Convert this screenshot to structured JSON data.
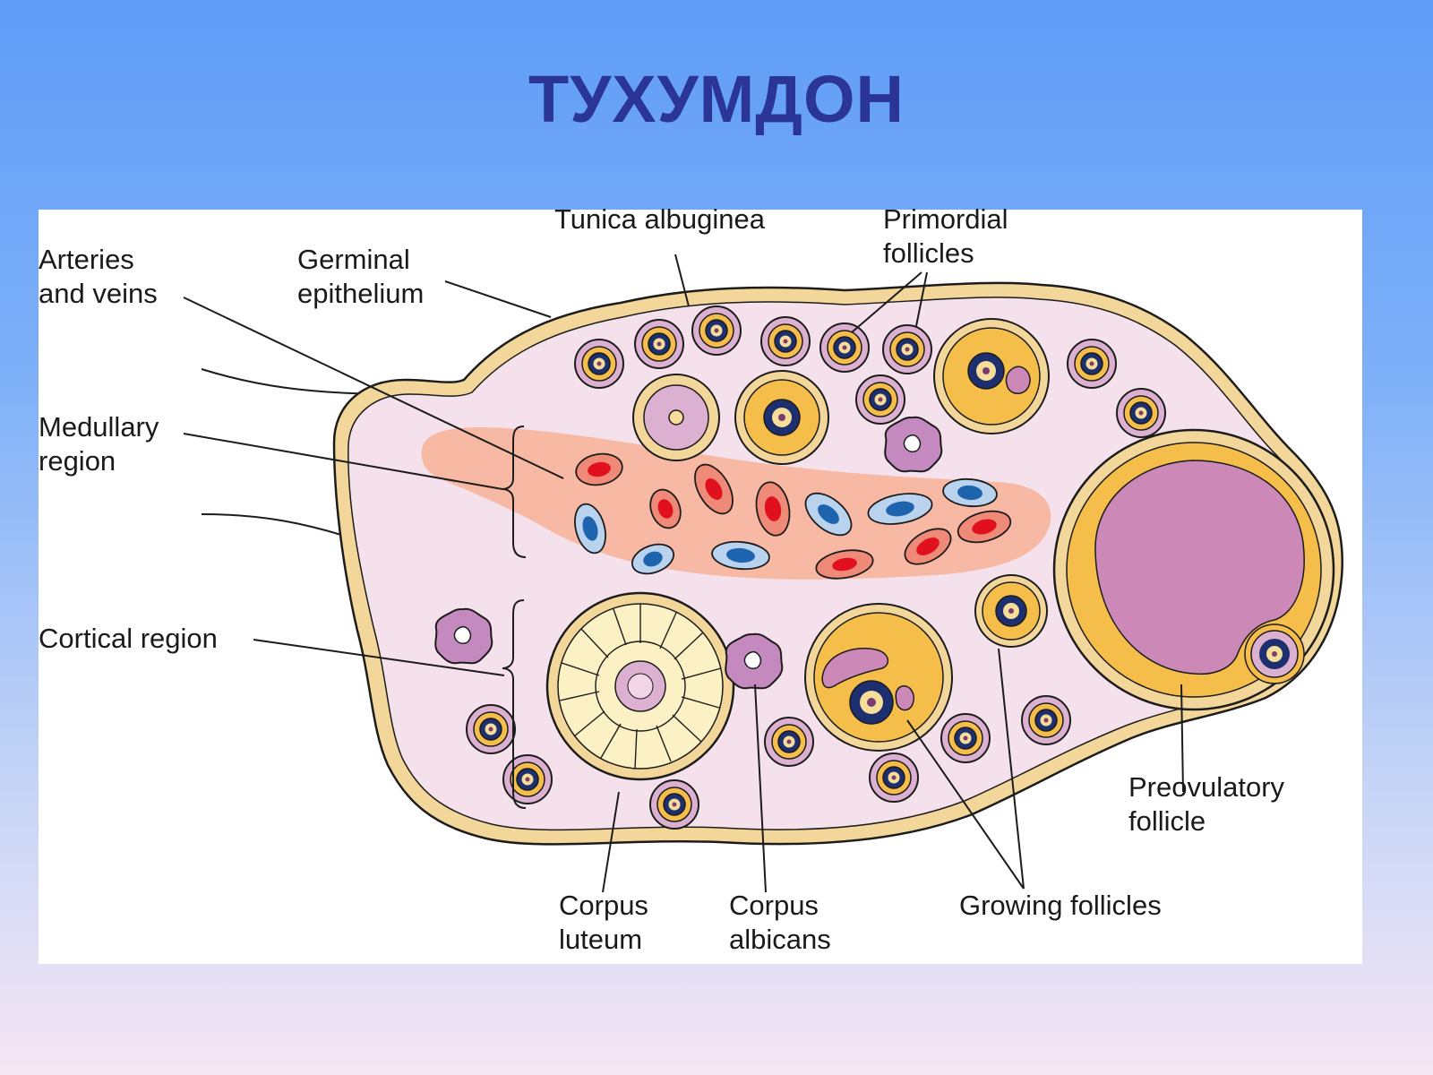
{
  "title": "ТУХУМДОН",
  "labels": {
    "tunica_albuginea": "Tunica albuginea",
    "primordial_follicles": "Primordial\nfollicles",
    "arteries_veins": "Arteries\nand veins",
    "germinal_epithelium": "Germinal\nepithelium",
    "medullary_region": "Medullary\nregion",
    "cortical_region": "Cortical region",
    "preovulatory_follicle": "Preovulatory\nfollicle",
    "corpus_luteum": "Corpus\nluteum",
    "corpus_albicans": "Corpus\nalbicans",
    "growing_follicles": "Growing follicles"
  },
  "colors": {
    "title": "#2a3596",
    "capsule": "#f3d79a",
    "stroma": "#f5e1ec",
    "medulla": "#f7b9a4",
    "follicle_gold": "#f5bd4a",
    "antrum": "#cc88b6",
    "artery": "#e0101e",
    "vein": "#1d63ad",
    "corpus_luteum": "#fbf1c4",
    "corpus_albicans": "#c48ac0"
  }
}
